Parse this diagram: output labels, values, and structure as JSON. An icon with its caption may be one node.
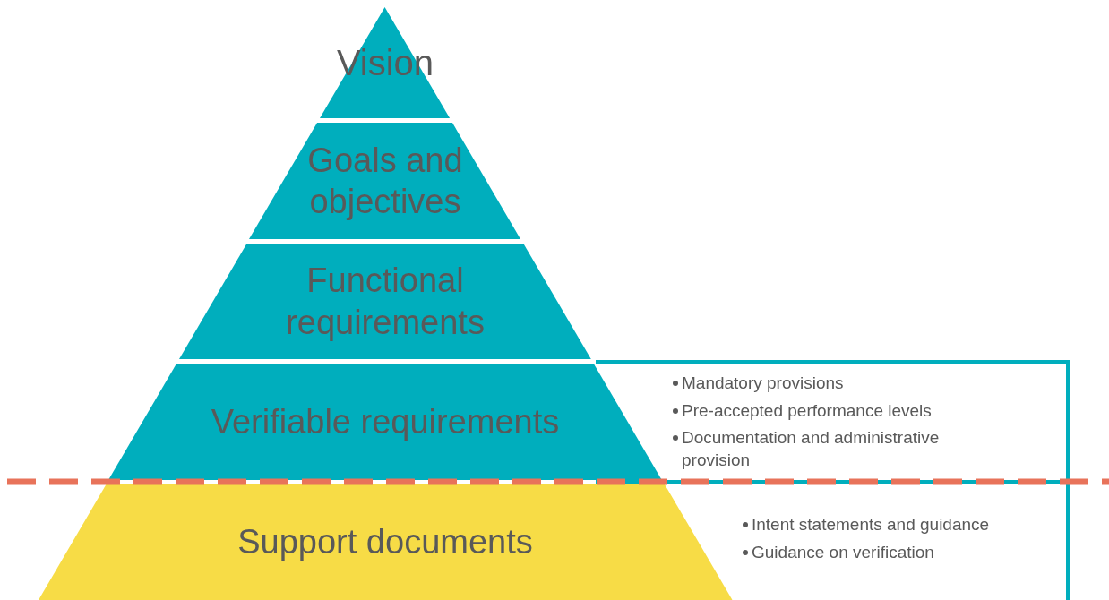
{
  "diagram": {
    "nodes": [
      {
        "text": [
          "Vision"
        ]
      },
      {
        "text": [
          "Goals and objectives"
        ]
      },
      {
        "text": [
          "Functional requirements"
        ]
      },
      {
        "text": [
          "Verifiable requirements"
        ]
      },
      {
        "text": [
          "Support documents"
        ]
      },
      {
        "text": [
          "Mandatory provisions",
          "Pre-accepted performance levels",
          "Documentation and administrative provision"
        ]
      },
      {
        "text": [
          "Intent statements and guidance",
          "Guidance on verification"
        ]
      }
    ]
  }
}
